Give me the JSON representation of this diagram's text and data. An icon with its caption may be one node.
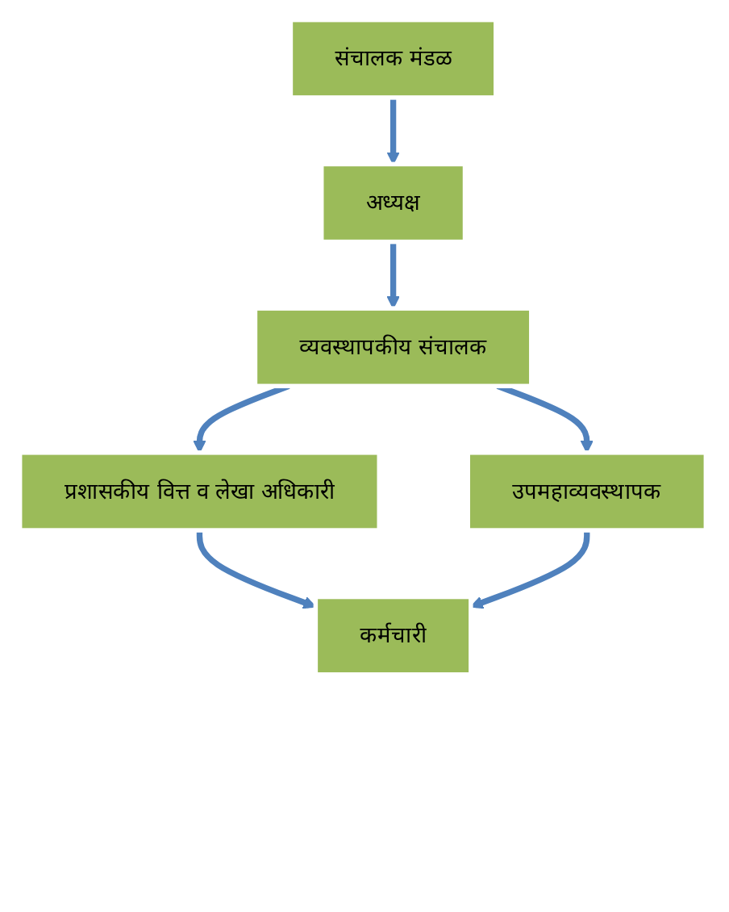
{
  "diagram": {
    "nodes": [
      {
        "text": [
          "संचालक मंडळ"
        ]
      },
      {
        "text": [
          "अध्यक्ष"
        ]
      },
      {
        "text": [
          "व्यवस्थापकीय संचालक"
        ]
      },
      {
        "text": [
          "प्रशासकीय वित्त व लेखा अधिकारी"
        ]
      },
      {
        "text": [
          "उपमहाव्यवस्थापक"
        ]
      },
      {
        "text": [
          "कर्मचारी"
        ]
      }
    ],
    "edges": [
      {
        "from": 0,
        "to": 1,
        "arrow": "to"
      },
      {
        "from": 1,
        "to": 2,
        "arrow": "to"
      },
      {
        "from": 2,
        "to": 3,
        "arrow": "to"
      },
      {
        "from": 2,
        "to": 4,
        "arrow": "to"
      },
      {
        "from": 3,
        "to": 5,
        "arrow": "to"
      },
      {
        "from": 4,
        "to": 5,
        "arrow": "to"
      }
    ]
  }
}
